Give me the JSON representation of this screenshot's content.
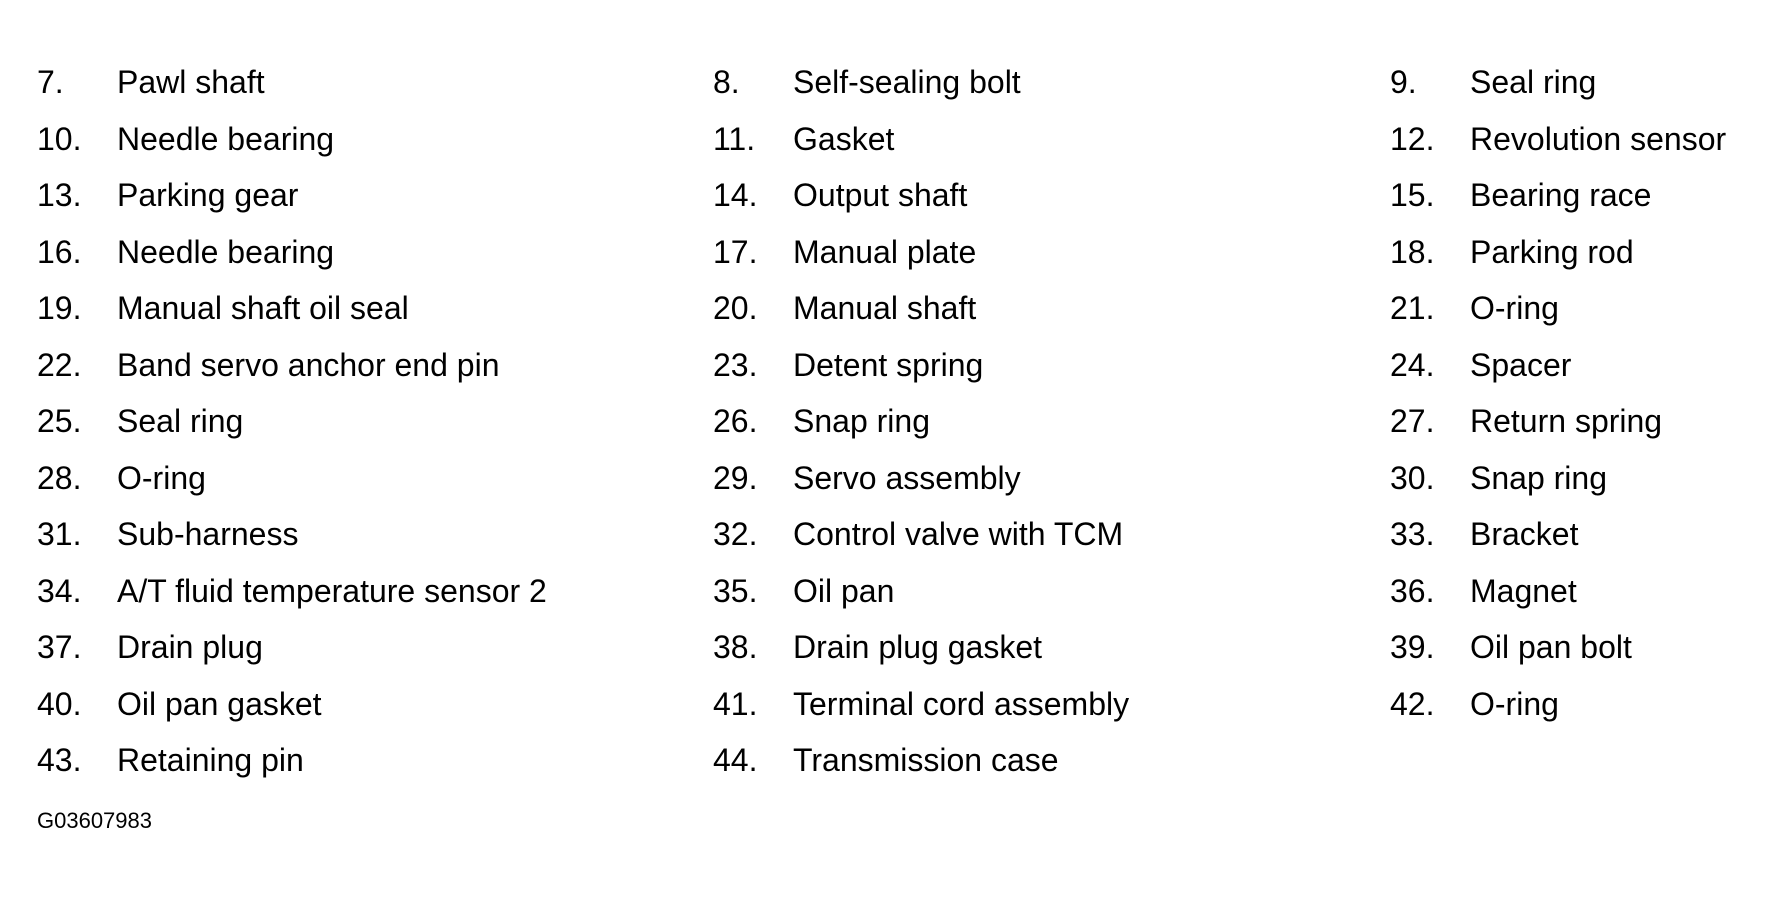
{
  "legend": {
    "rows": [
      [
        {
          "num": "7.",
          "label": "Pawl shaft"
        },
        {
          "num": "8.",
          "label": "Self-sealing bolt"
        },
        {
          "num": "9.",
          "label": "Seal ring"
        }
      ],
      [
        {
          "num": "10.",
          "label": "Needle bearing"
        },
        {
          "num": "11.",
          "label": "Gasket"
        },
        {
          "num": "12.",
          "label": "Revolution sensor"
        }
      ],
      [
        {
          "num": "13.",
          "label": "Parking gear"
        },
        {
          "num": "14.",
          "label": "Output shaft"
        },
        {
          "num": "15.",
          "label": "Bearing race"
        }
      ],
      [
        {
          "num": "16.",
          "label": "Needle bearing"
        },
        {
          "num": "17.",
          "label": "Manual plate"
        },
        {
          "num": "18.",
          "label": "Parking rod"
        }
      ],
      [
        {
          "num": "19.",
          "label": "Manual shaft oil seal"
        },
        {
          "num": "20.",
          "label": "Manual shaft"
        },
        {
          "num": "21.",
          "label": "O-ring"
        }
      ],
      [
        {
          "num": "22.",
          "label": "Band servo anchor end pin"
        },
        {
          "num": "23.",
          "label": "Detent spring"
        },
        {
          "num": "24.",
          "label": "Spacer"
        }
      ],
      [
        {
          "num": "25.",
          "label": "Seal ring"
        },
        {
          "num": "26.",
          "label": "Snap ring"
        },
        {
          "num": "27.",
          "label": "Return spring"
        }
      ],
      [
        {
          "num": "28.",
          "label": "O-ring"
        },
        {
          "num": "29.",
          "label": "Servo assembly"
        },
        {
          "num": "30.",
          "label": "Snap ring"
        }
      ],
      [
        {
          "num": "31.",
          "label": "Sub-harness"
        },
        {
          "num": "32.",
          "label": "Control valve with TCM"
        },
        {
          "num": "33.",
          "label": "Bracket"
        }
      ],
      [
        {
          "num": "34.",
          "label": "A/T fluid temperature sensor 2"
        },
        {
          "num": "35.",
          "label": "Oil pan"
        },
        {
          "num": "36.",
          "label": "Magnet"
        }
      ],
      [
        {
          "num": "37.",
          "label": "Drain plug"
        },
        {
          "num": "38.",
          "label": "Drain plug gasket"
        },
        {
          "num": "39.",
          "label": "Oil pan bolt"
        }
      ],
      [
        {
          "num": "40.",
          "label": "Oil pan gasket"
        },
        {
          "num": "41.",
          "label": "Terminal cord assembly"
        },
        {
          "num": "42.",
          "label": "O-ring"
        }
      ],
      [
        {
          "num": "43.",
          "label": "Retaining pin"
        },
        {
          "num": "44.",
          "label": "Transmission case"
        }
      ]
    ]
  },
  "figure_id": "G03607983"
}
